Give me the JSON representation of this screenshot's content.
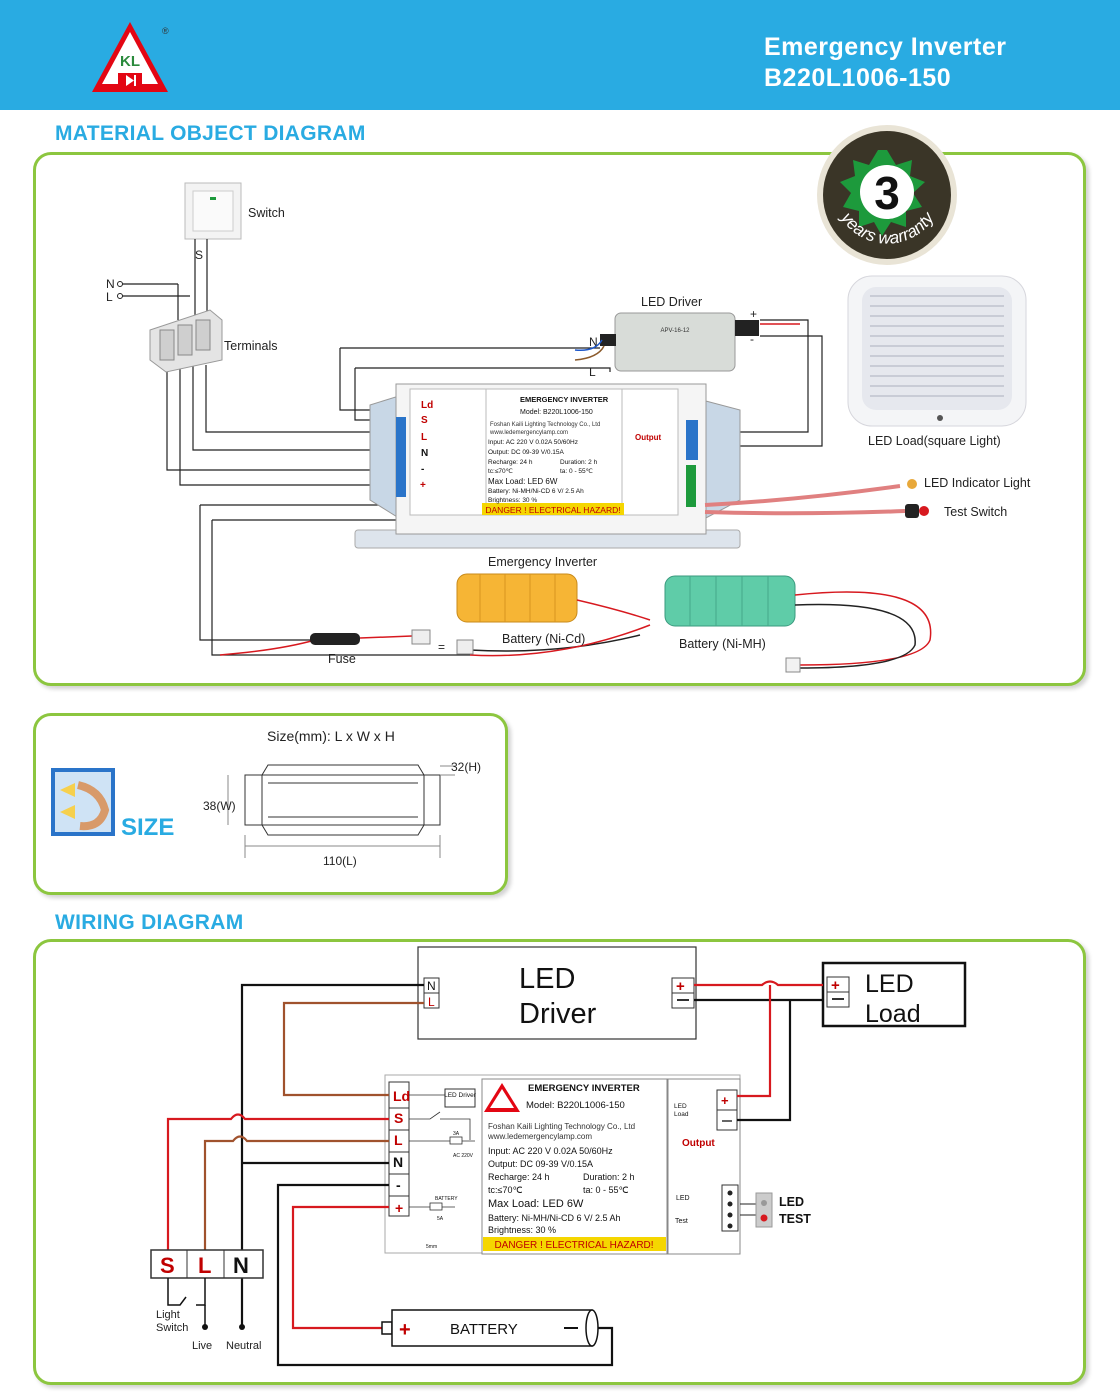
{
  "header": {
    "title_line1": "Emergency Inverter",
    "title_line2": "B220L1006-150",
    "logo_text": "KL",
    "logo_mark": "®"
  },
  "colors": {
    "accent": "#29abe2",
    "panel_border": "#8cc63f",
    "live_wire": "#d7191f",
    "switched_wire": "#a0522d"
  },
  "sections": {
    "material": "MATERIAL OBJECT DIAGRAM",
    "wiring": "WIRING DIAGRAM"
  },
  "warranty": {
    "number": "3",
    "text": "years warranty"
  },
  "material": {
    "switch": "Switch",
    "s_mark": "S",
    "n_mark": "N",
    "l_mark": "L",
    "terminals": "Terminals",
    "led_driver": "LED Driver",
    "driver_n": "N",
    "driver_l": "L",
    "plus": "+",
    "minus": "-",
    "led_load": "LED Load(square  Light)",
    "indicator": "LED Indicator Light",
    "test_switch": "Test Switch",
    "inverter": "Emergency Inverter",
    "battery_nicd": "Battery (Ni-Cd)",
    "battery_nimh": "Battery (Ni-MH)",
    "fuse": "Fuse"
  },
  "size": {
    "title": "Size(mm): L x W x H",
    "height": "32(H)",
    "width": "38(W)",
    "length": "110(L)",
    "label": "SIZE"
  },
  "label_block": {
    "brand": "EMERGENCY INVERTER",
    "model": "Model: B220L1006-150",
    "company": "Foshan Kaili Lighting Technology Co., Ltd",
    "website": "www.ledemergencylamp.com",
    "input": "Input: AC 220 V  0.02A  50/60Hz",
    "output": "Output: DC 09-39 V/0.15A",
    "recharge": "Recharge: 24 h",
    "duration": "Duration: 2 h",
    "tc": "tc:≤70℃",
    "ta": "ta:  0 - 55℃",
    "max_load": "Max Load: LED 6W",
    "battery": "Battery: Ni-MH/Ni-CD 6 V/ 2.5 Ah",
    "brightness": "Brightness: 30 %",
    "danger": "DANGER !  ELECTRICAL HAZARD!",
    "terminals": [
      "Ld",
      "S",
      "L",
      "N",
      "-",
      "+"
    ],
    "led_driver_box": "LED Driver",
    "fuse_3a": "3A",
    "fuse_5a": "5A",
    "ac220": "AC 220V",
    "battery_small": "BATTERY",
    "led_load_small": "LED Load",
    "output_label": "Output",
    "led_small": "LED",
    "test_small": "Test",
    "five_mm": "5mm"
  },
  "wiring": {
    "driver_l1": "LED",
    "driver_l2": "Driver",
    "n": "N",
    "l": "L",
    "load_l1": "LED",
    "load_l2": "Load",
    "led": "LED",
    "test": "TEST",
    "battery": "BATTERY",
    "s": "S",
    "l2": "L",
    "n2": "N",
    "light_switch1": "Light",
    "light_switch2": "Switch",
    "live": "Live",
    "neutral": "Neutral"
  }
}
